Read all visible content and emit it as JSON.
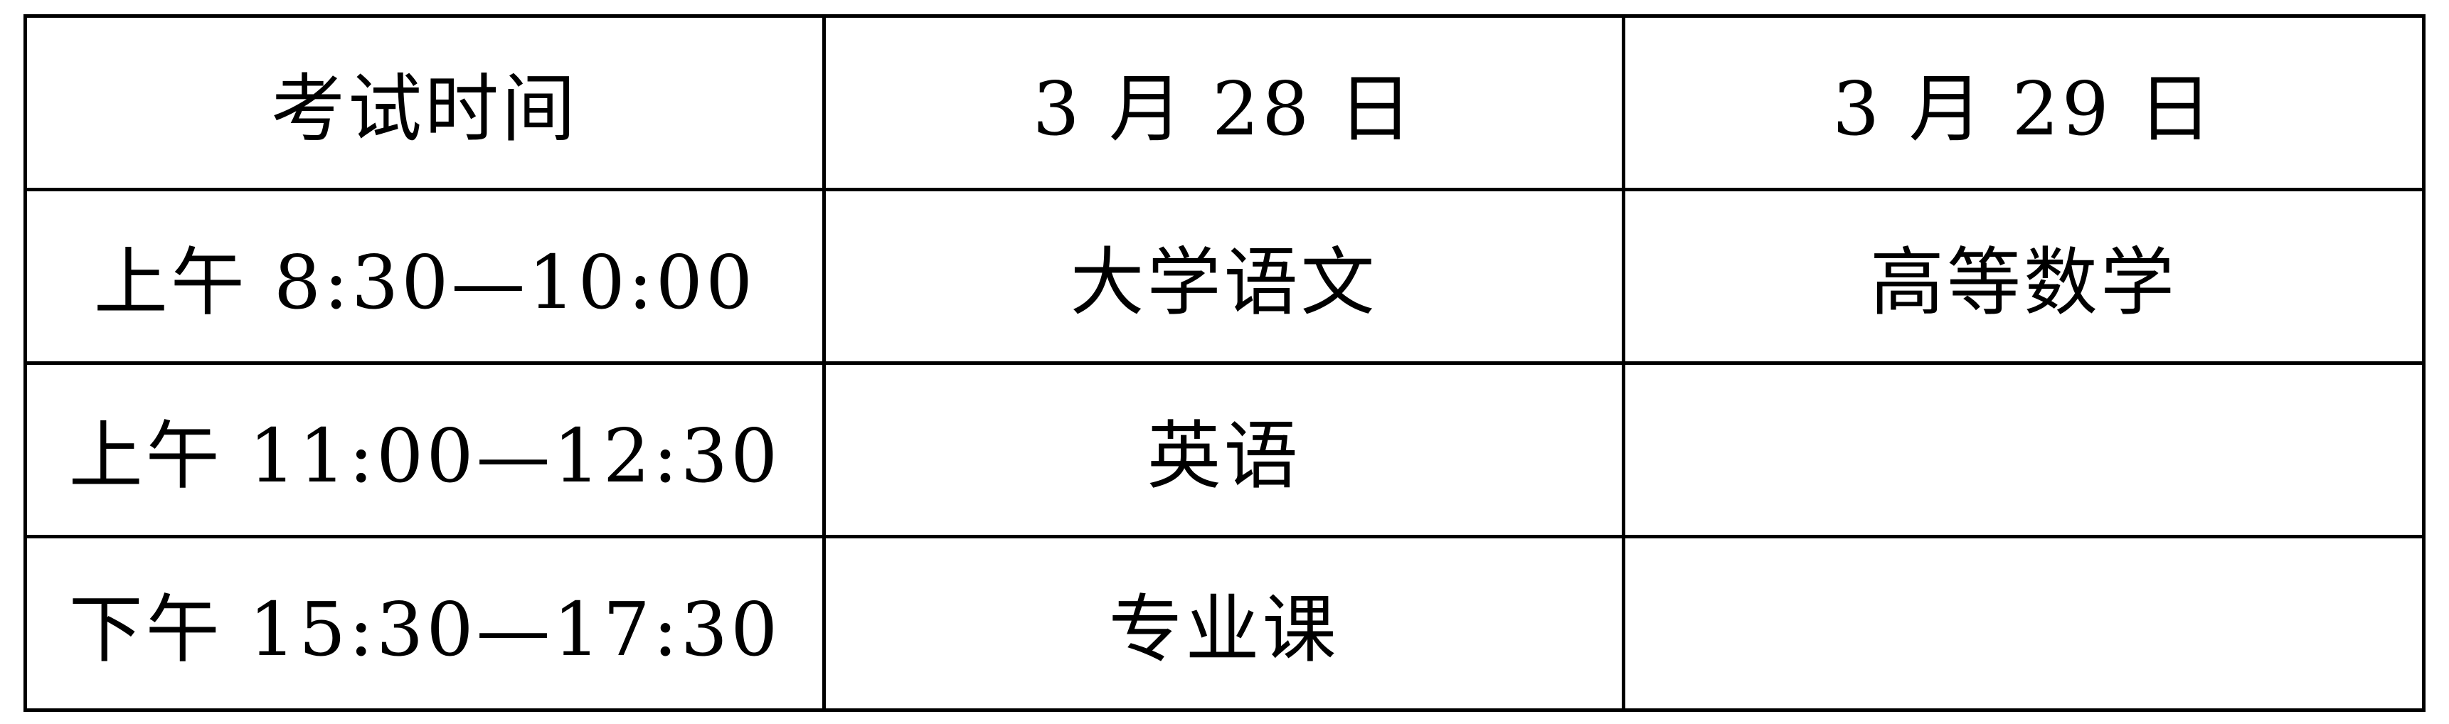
{
  "header": [
    "考试时间",
    "3 月 28 日",
    "3 月 29 日"
  ],
  "rows": [
    [
      "上午 8:30—10:00",
      "大学语文",
      "高等数学"
    ],
    [
      "上午 11:00—12:30",
      "英语",
      ""
    ],
    [
      "下午 15:30—17:30",
      "专业课",
      ""
    ]
  ]
}
